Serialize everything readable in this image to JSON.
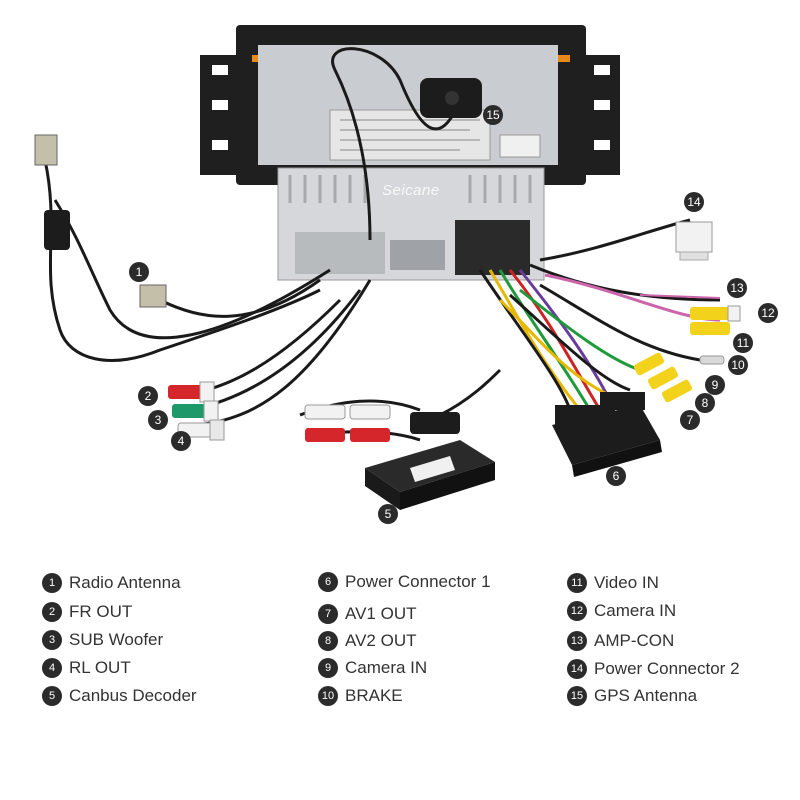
{
  "watermark": "Seicane",
  "legend": [
    {
      "num": "1",
      "label": "Radio Antenna"
    },
    {
      "num": "2",
      "label": "FR OUT"
    },
    {
      "num": "3",
      "label": "SUB Woofer"
    },
    {
      "num": "4",
      "label": "RL OUT"
    },
    {
      "num": "5",
      "label": "Canbus Decoder"
    },
    {
      "num": "6",
      "label": "Power Connector 1"
    },
    {
      "num": "7",
      "label": "AV1 OUT"
    },
    {
      "num": "8",
      "label": "AV2 OUT"
    },
    {
      "num": "9",
      "label": "Camera IN"
    },
    {
      "num": "10",
      "label": "BRAKE"
    },
    {
      "num": "11",
      "label": "Video IN"
    },
    {
      "num": "12",
      "label": "Camera IN"
    },
    {
      "num": "13",
      "label": "AMP-CON"
    },
    {
      "num": "14",
      "label": "Power Connector 2"
    },
    {
      "num": "15",
      "label": "GPS Antenna"
    }
  ],
  "colors": {
    "marker": "#2b2b2b",
    "unit_frame": "#1f1f1f",
    "unit_metal": "#c9ccd0",
    "cable": "#1a1a1a",
    "rca_red": "#d4262b",
    "rca_white": "#f2f2f2",
    "rca_green": "#1e9a6a",
    "rca_yellow": "#f3d21b",
    "connector_tan": "#c4bfa8",
    "connector_black": "#1c1c1c"
  }
}
